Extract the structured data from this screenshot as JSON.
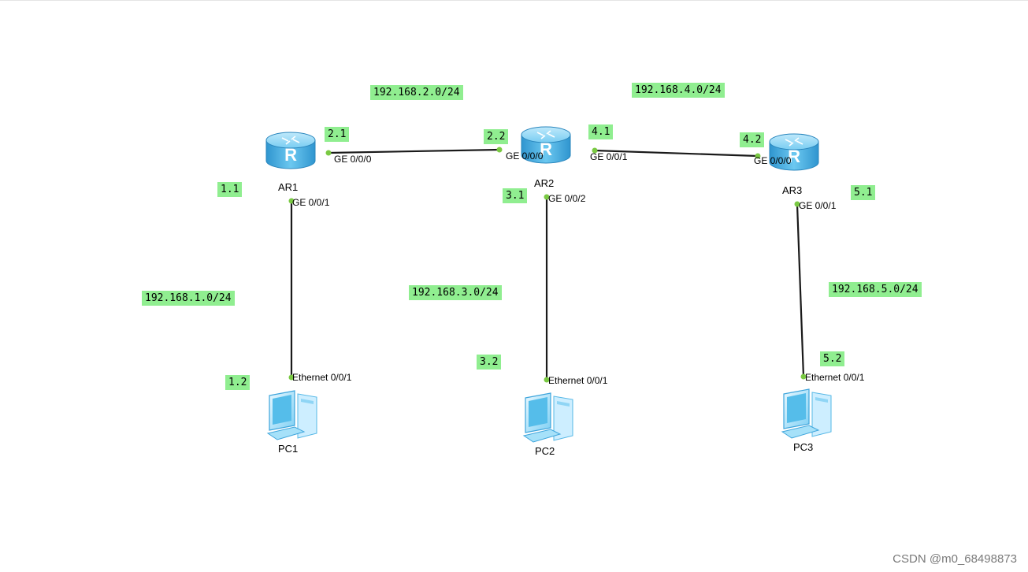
{
  "devices": {
    "ar1": {
      "label": "AR1"
    },
    "ar2": {
      "label": "AR2"
    },
    "ar3": {
      "label": "AR3"
    },
    "pc1": {
      "label": "PC1"
    },
    "pc2": {
      "label": "PC2"
    },
    "pc3": {
      "label": "PC3"
    }
  },
  "ports": {
    "ar1_ge000": "GE 0/0/0",
    "ar1_ge001": "GE 0/0/1",
    "ar2_ge000": "GE 0/0/0",
    "ar2_ge001": "GE 0/0/1",
    "ar2_ge002": "GE 0/0/2",
    "ar3_ge000": "GE 0/0/0",
    "ar3_ge001": "GE 0/0/1",
    "pc1_eth": "Ethernet 0/0/1",
    "pc2_eth": "Ethernet 0/0/1",
    "pc3_eth": "Ethernet 0/0/1"
  },
  "networks": {
    "net1": "192.168.1.0/24",
    "net2": "192.168.2.0/24",
    "net3": "192.168.3.0/24",
    "net4": "192.168.4.0/24",
    "net5": "192.168.5.0/24"
  },
  "addresses": {
    "a1_1": "1.1",
    "a1_2": "1.2",
    "a2_1": "2.1",
    "a2_2": "2.2",
    "a3_1": "3.1",
    "a3_2": "3.2",
    "a4_1": "4.1",
    "a4_2": "4.2",
    "a5_1": "5.1",
    "a5_2": "5.2"
  },
  "colors": {
    "note_bg": "#90ee90",
    "port_dot": "#7ac943",
    "link": "#1a1a1a",
    "router_body": "#4fb4e6"
  },
  "watermark": "CSDN @m0_68498873"
}
